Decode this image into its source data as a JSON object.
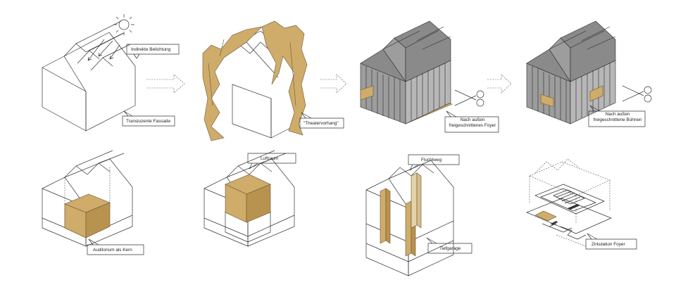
{
  "palette": {
    "wood": "#cfac6a",
    "wood_dark": "#b8924f",
    "grey_front": "#9d9d9d",
    "grey_side": "#b7b7b7",
    "grey_roof": "#8a8a8a",
    "line": "#333333"
  },
  "icons": [
    "sun-icon",
    "scissors-icon",
    "arrow-right-icon"
  ],
  "row1": {
    "labels": {
      "indirect_light": "Indirekte Belichtung",
      "facade": "Transluzente Fassade",
      "curtain": "\"Theatervorhang\"",
      "foyer": "Nach außen freigeschnittenes Foyer",
      "stages": "Nach außen freigeschnittene Bühnen"
    }
  },
  "row2": {
    "labels": {
      "auditorium": "Auditorium als Kern",
      "airspace": "Luftraum",
      "escape": "Fluchtweg",
      "garage": "Tiefgarage",
      "circulation": "Zirkulation Foyer"
    }
  }
}
